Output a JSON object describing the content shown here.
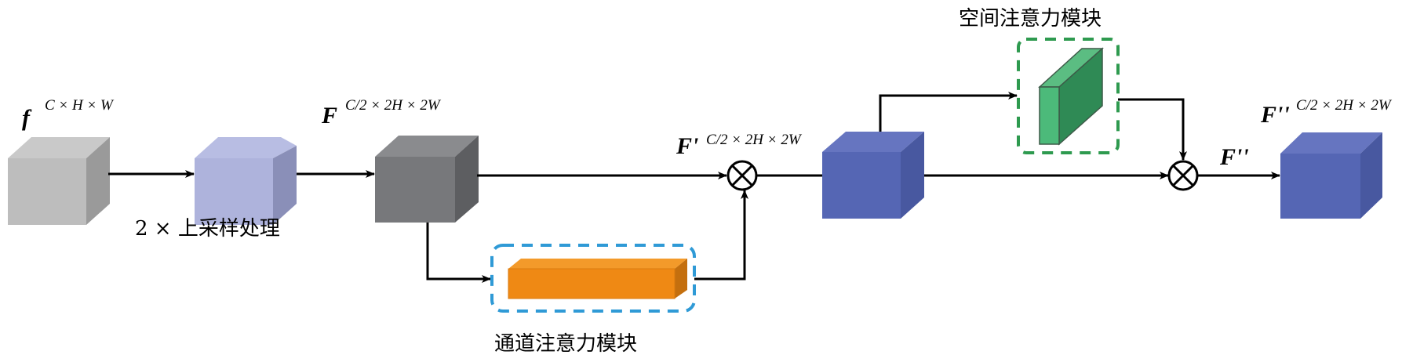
{
  "diagram": {
    "nodes": [
      {
        "id": "input",
        "label_main": "f",
        "label_sup": "C×H×W",
        "shape": "cube",
        "color": "#bdbdbd"
      },
      {
        "id": "upsample",
        "label_main": "",
        "label_sup": "",
        "caption": "2× 上采样处理",
        "shape": "cube",
        "color": "#aeb3dc"
      },
      {
        "id": "F",
        "label_main": "F",
        "label_sup": "C/2×2H×2W",
        "shape": "cube",
        "color": "#77787b"
      },
      {
        "id": "channel-attention",
        "caption": "通道注意力模块",
        "shape": "bar",
        "color": "#ef8914",
        "frame_color": "#2f9ad6"
      },
      {
        "id": "mul1",
        "label_main": "F'",
        "label_sup": "C/2×2H×2W",
        "shape": "multiply",
        "symbol": "⊗"
      },
      {
        "id": "F-prime",
        "shape": "cube",
        "color": "#5566b4"
      },
      {
        "id": "spatial-attention",
        "caption": "空间注意力模块",
        "shape": "slab",
        "color": "#3ea86a",
        "frame_color": "#2e9a4f"
      },
      {
        "id": "mul2",
        "shape": "multiply",
        "symbol": "⊗",
        "edge_label": "F''"
      },
      {
        "id": "output",
        "label_main": "F''",
        "label_sup": "C/2×2H×2W",
        "shape": "cube",
        "color": "#5566b4"
      }
    ],
    "edges": [
      {
        "from": "input",
        "to": "upsample"
      },
      {
        "from": "upsample",
        "to": "F"
      },
      {
        "from": "F",
        "to": "mul1"
      },
      {
        "from": "F",
        "to": "channel-attention"
      },
      {
        "from": "channel-attention",
        "to": "mul1"
      },
      {
        "from": "mul1",
        "to": "F-prime"
      },
      {
        "from": "F-prime",
        "to": "spatial-attention"
      },
      {
        "from": "F-prime",
        "to": "mul2"
      },
      {
        "from": "spatial-attention",
        "to": "mul2"
      },
      {
        "from": "mul2",
        "to": "output",
        "label": "F''"
      }
    ]
  },
  "labels": {
    "input_main": "f",
    "input_sup": "C × H × W",
    "upsample_caption": "2 × 上采样处理",
    "F_main": "F",
    "F_sup": "C/2 × 2H × 2W",
    "Fprime_main": "F'",
    "Fprime_sup": "C/2 × 2H × 2W",
    "channel_caption": "通道注意力模块",
    "spatial_caption": "空间注意力模块",
    "edge_F2": "F''",
    "output_main": "F''",
    "output_sup": "C/2 × 2H × 2W"
  },
  "colors": {
    "input_cube": "#bdbdbd",
    "upsample_cube": "#aeb3dc",
    "F_cube": "#77787b",
    "blue_cube": "#5566b4",
    "channel_bar": "#ef8914",
    "channel_frame": "#2f9ad6",
    "spatial_slab": "#3ea86a",
    "spatial_frame": "#2e9a4f"
  }
}
